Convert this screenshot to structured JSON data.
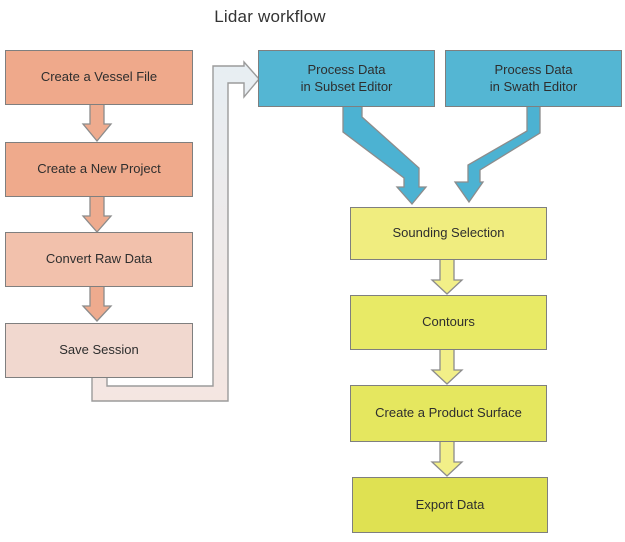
{
  "title": "Lidar workflow",
  "colors": {
    "box_vessel": "#efa98b",
    "box_project": "#efaa8c",
    "box_convert": "#f2c1ac",
    "box_save": "#f1d8cf",
    "box_subset": "#54b6d3",
    "box_swath": "#54b6d3",
    "box_sounding": "#f0ed7f",
    "box_contours": "#e8ea66",
    "box_surface": "#e5e75f",
    "box_export": "#dfe152",
    "salmon_arrow": "#eeab8e",
    "blue_arrow": "#4cb2d2",
    "yellow_arrow": "#f2ef88",
    "arrow_border": "#8c8c8c",
    "box_border": "#7f7f7f",
    "pipe_top": "#e7eef3",
    "pipe_bottom": "#f4e6e1",
    "pipe_border": "#9b9b9b",
    "text": "#2e2e2e",
    "title_text": "#333333"
  },
  "nodes": {
    "vessel": {
      "label": "Create a Vessel File"
    },
    "project": {
      "label": "Create a New Project"
    },
    "convert": {
      "label": "Convert Raw Data"
    },
    "save": {
      "label": "Save Session"
    },
    "subset": {
      "label": "Process Data\nin Subset Editor"
    },
    "swath": {
      "label": "Process Data\nin Swath Editor"
    },
    "sounding": {
      "label": "Sounding Selection"
    },
    "contours": {
      "label": "Contours"
    },
    "surface": {
      "label": "Create a Product Surface"
    },
    "export": {
      "label": "Export Data"
    }
  }
}
